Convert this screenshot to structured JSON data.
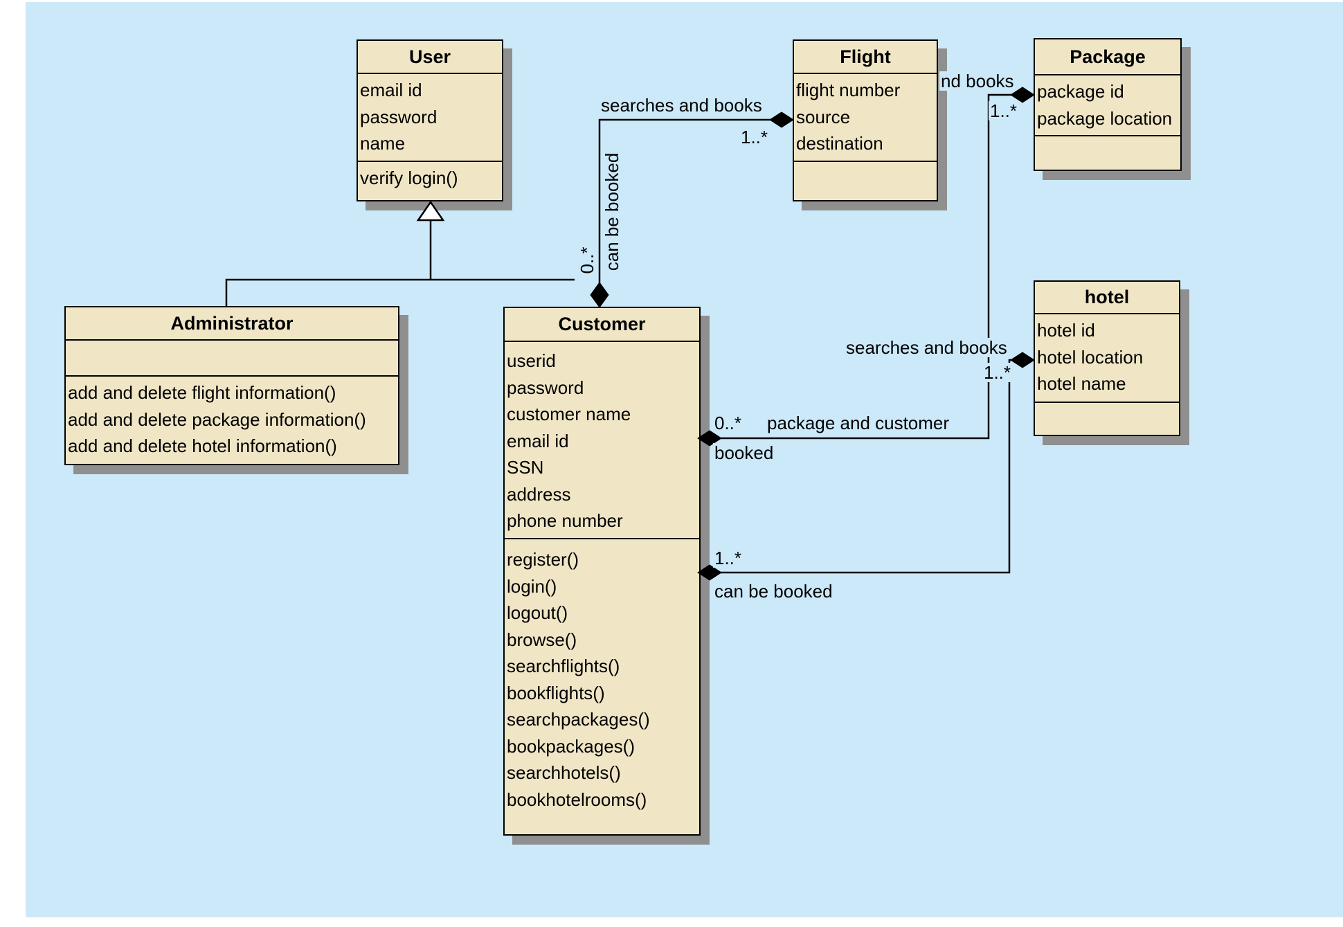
{
  "diagram_type": "UML class diagram",
  "colors": {
    "page_background": "#ffffff",
    "canvas_background": "#cce9f9",
    "class_fill": "#f0e6c6",
    "class_border": "#000000",
    "class_shadow": "#8f8f8f",
    "line": "#000000"
  },
  "classes": [
    {
      "name": "User",
      "attributes": [
        "email id",
        "password",
        "name"
      ],
      "operations": [
        "verify login()"
      ]
    },
    {
      "name": "Flight",
      "attributes": [
        "flight number",
        "source",
        "destination"
      ],
      "operations": []
    },
    {
      "name": "Package",
      "attributes": [
        "package id",
        "package location"
      ],
      "operations": []
    },
    {
      "name": "Administrator",
      "attributes": [],
      "operations": [
        "add and delete flight information()",
        "add and delete package information()",
        "add and delete hotel information()"
      ]
    },
    {
      "name": "Customer",
      "attributes": [
        "userid",
        "password",
        "customer name",
        "email id",
        "SSN",
        "address",
        "phone number"
      ],
      "operations": [
        "register()",
        "login()",
        "logout()",
        "browse()",
        "searchflights()",
        "bookflights()",
        "searchpackages()",
        "bookpackages()",
        "searchhotels()",
        "bookhotelrooms()"
      ]
    },
    {
      "name": "hotel",
      "attributes": [
        "hotel id",
        "hotel location",
        "hotel name"
      ],
      "operations": []
    }
  ],
  "generalization": {
    "parent": "User",
    "child": "Administrator"
  },
  "associations": [
    {
      "from": "Customer",
      "to": "Flight",
      "label": "searches and books",
      "mult_flight_end": "1..*",
      "mult_customer_end": "0..*",
      "role_vertical": "can be booked"
    },
    {
      "from": "Customer",
      "to": "Package",
      "label_visible": "nd books",
      "mult_package_end": "1..*",
      "mult_customer_end": "0..*",
      "role_line1": "package and customer",
      "role_line2": "booked"
    },
    {
      "from": "Customer",
      "to": "hotel",
      "label": "searches and books",
      "mult_hotel_end": "1..*",
      "mult_customer_end": "1..*",
      "role": "can be booked"
    }
  ]
}
